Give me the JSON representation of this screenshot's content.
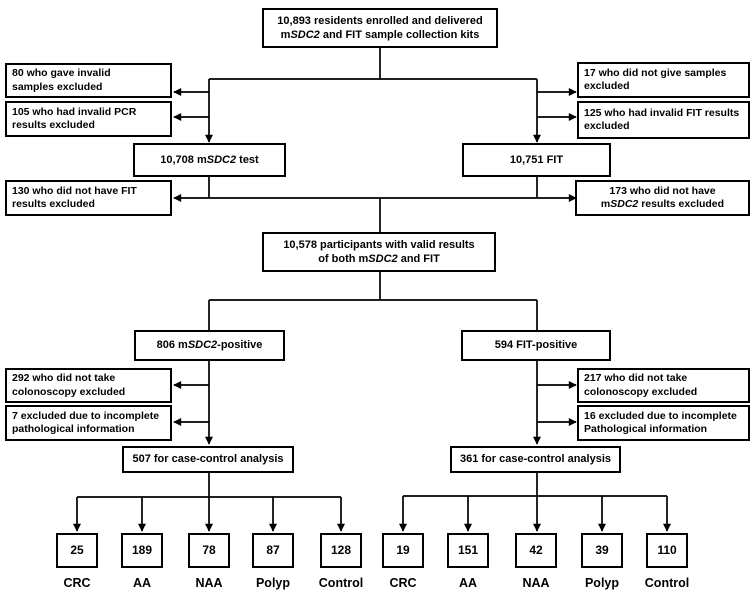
{
  "boxes": {
    "enrolled": {
      "line1": "10,893 residents enrolled and delivered",
      "line2_pre": "m",
      "line2_it": "SDC2",
      "line2_post": " and FIT sample collection kits"
    },
    "excl_invalid_samples": {
      "line1": "80 who gave invalid",
      "line2": "samples excluded"
    },
    "excl_invalid_pcr": {
      "line1": "105 who had invalid PCR",
      "line2": "results excluded"
    },
    "excl_no_samples": {
      "line1": "17 who did not give samples",
      "line2": "excluded"
    },
    "excl_invalid_fit": {
      "line1": "125 who had invalid FIT results",
      "line2": "excluded"
    },
    "msdc2_test": {
      "pre": "10,708 m",
      "it": "SDC2",
      "post": " test"
    },
    "fit_test": {
      "text": "10,751 FIT"
    },
    "excl_no_fit": {
      "line1": "130 who did not have FIT",
      "line2": "results excluded"
    },
    "excl_no_msdc2": {
      "line1": "173 who did not have",
      "line2_pre": "m",
      "line2_it": "SDC2",
      "line2_post": " results excluded"
    },
    "valid_both": {
      "line1": "10,578 participants with valid results",
      "line2_pre": "of both m",
      "line2_it": "SDC2",
      "line2_post": " and FIT"
    },
    "msdc2_positive": {
      "pre": "806 m",
      "it": "SDC2",
      "post": "-positive"
    },
    "fit_positive": {
      "text": "594 FIT-positive"
    },
    "excl_colonoscopy_left": {
      "line1": "292 who did not take",
      "line2": "colonoscopy excluded"
    },
    "excl_pathology_left": {
      "line1": "7 excluded due to incomplete",
      "line2": "pathological information"
    },
    "excl_colonoscopy_right": {
      "line1": "217 who did not take",
      "line2": "colonoscopy excluded"
    },
    "excl_pathology_right": {
      "line1": "16 excluded due to incomplete",
      "line2": "Pathological information"
    },
    "case_control_507": {
      "text": "507 for case-control analysis"
    },
    "case_control_361": {
      "text": "361 for case-control analysis"
    }
  },
  "outcomes": {
    "msdc2": {
      "counts": [
        "25",
        "189",
        "78",
        "87",
        "128"
      ],
      "labels": [
        "CRC",
        "AA",
        "NAA",
        "Polyp",
        "Control"
      ]
    },
    "fit": {
      "counts": [
        "19",
        "151",
        "42",
        "39",
        "110"
      ],
      "labels": [
        "CRC",
        "AA",
        "NAA",
        "Polyp",
        "Control"
      ]
    }
  },
  "colors": {
    "line": "#000000",
    "box_border": "#000000",
    "background": "#ffffff",
    "text": "#000000"
  }
}
